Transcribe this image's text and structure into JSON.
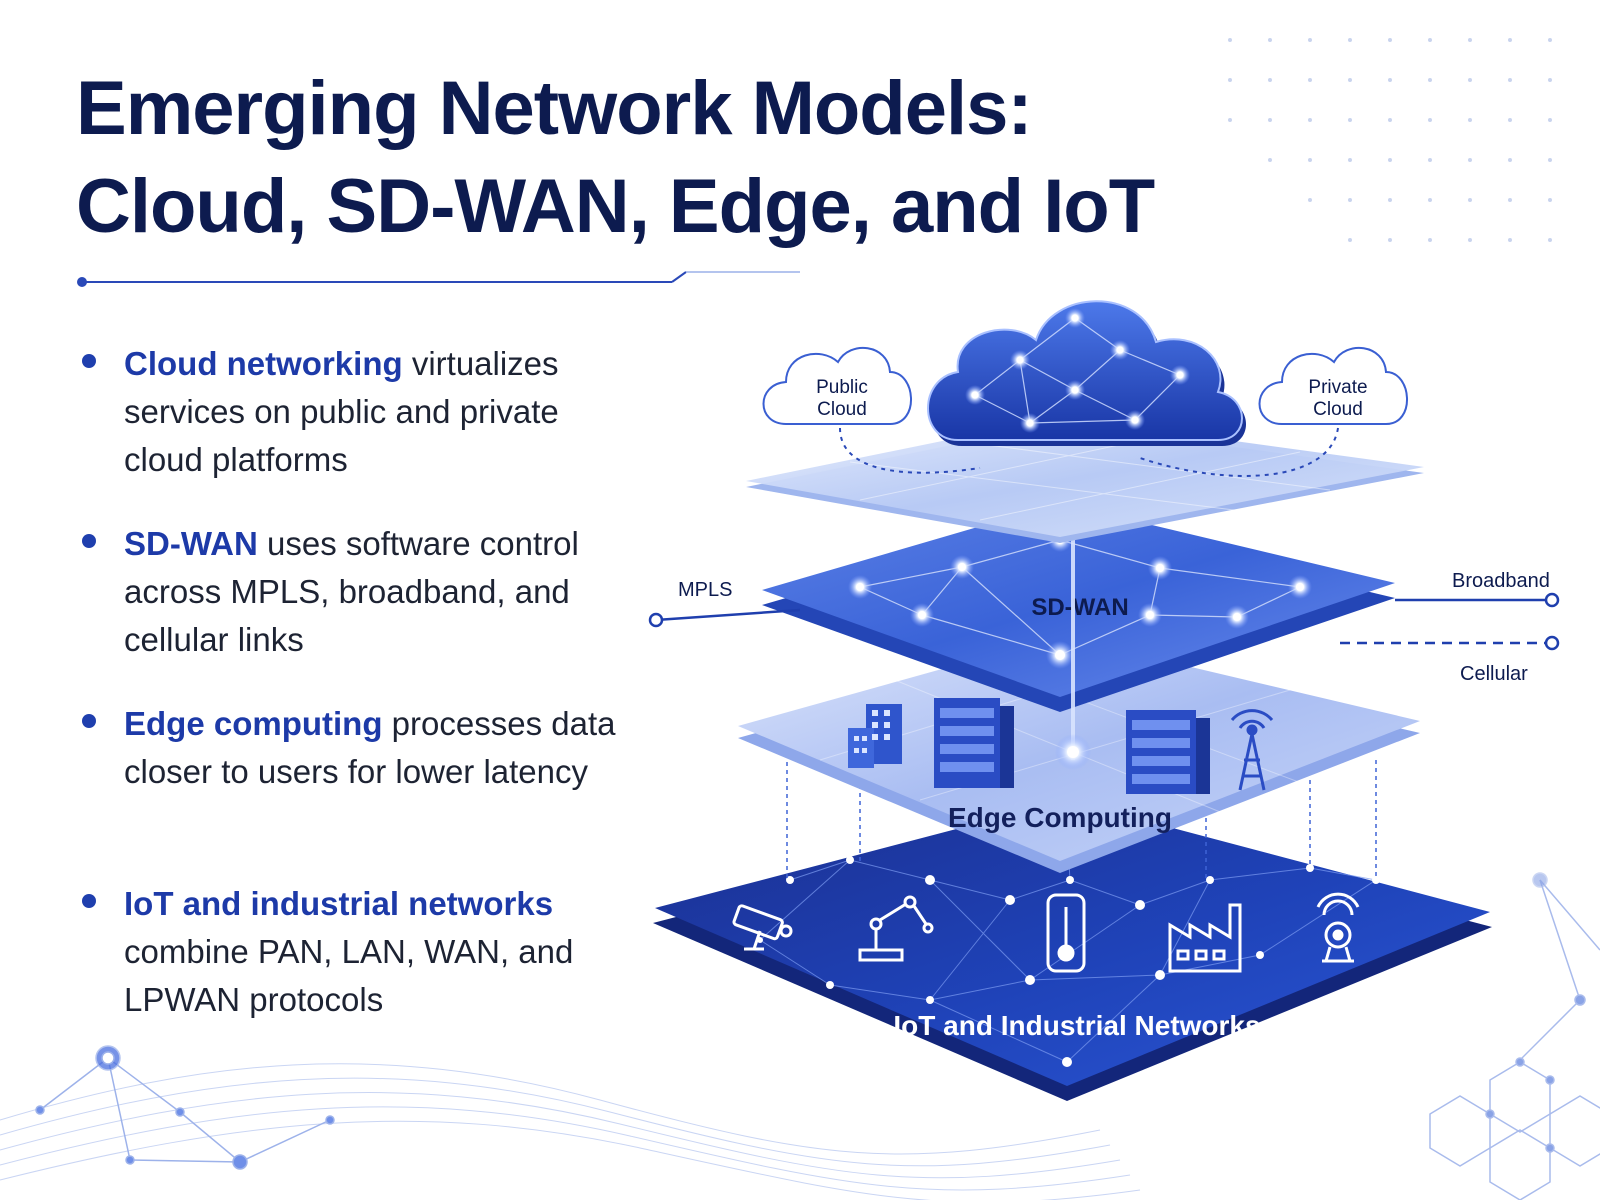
{
  "title": {
    "line1": "Emerging Network Models:",
    "line2": "Cloud, SD-WAN, Edge, and IoT"
  },
  "bullets": [
    {
      "strong": "Cloud networking",
      "rest": " virtualizes services on public and private cloud platforms"
    },
    {
      "strong": "SD-WAN",
      "rest": " uses software control across MPLS, broadband, and cellular links"
    },
    {
      "strong": "Edge computing",
      "rest": " processes data closer to users for lower latency"
    },
    {
      "strong": "IoT and industrial networks",
      "rest": " combine PAN, LAN, WAN, and LPWAN protocols"
    }
  ],
  "diagram": {
    "public_cloud": {
      "line1": "Public",
      "line2": "Cloud"
    },
    "private_cloud": {
      "line1": "Private",
      "line2": "Cloud"
    },
    "sdwan_label": "SD-WAN",
    "edge_label": "Edge Computing",
    "iot_label": "IoT and Industrial Networks",
    "links": {
      "mpls": "MPLS",
      "broadband": "Broadband",
      "cellular": "Cellular"
    }
  },
  "icons": {
    "edge": [
      "office-building-icon",
      "server-rack-icon",
      "server-rack-icon",
      "cell-tower-icon"
    ],
    "iot": [
      "security-camera-icon",
      "robotic-arm-icon",
      "thermometer-icon",
      "factory-icon",
      "wireless-sensor-icon"
    ]
  },
  "colors": {
    "title": "#0d1b4f",
    "accent": "#1d3aa8",
    "cloud": "#2447c9",
    "layer_dark": "#1a3aa3",
    "layer_light": "#c9d6f7"
  }
}
